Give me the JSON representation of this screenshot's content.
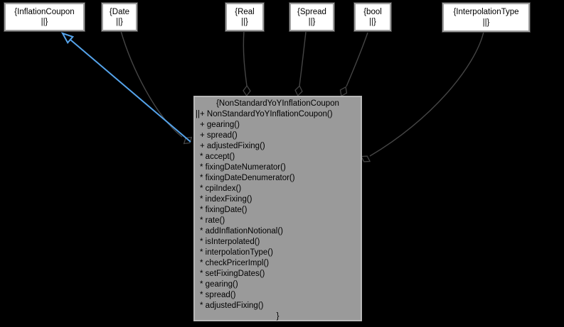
{
  "diagram": {
    "type": "uml-collaboration-diagram",
    "colors": {
      "background": "#000000",
      "node_fill": "#ffffff",
      "node_border": "#9c9c9c",
      "class_fill": "#9a9a9a",
      "class_border": "#b8b8b8",
      "edge_gray": "#454545",
      "inheritance_blue": "#55a3ea",
      "text": "#000000"
    },
    "nodes": [
      {
        "id": "InflationCoupon",
        "line1": "{InflationCoupon",
        "line2": "||}"
      },
      {
        "id": "Date",
        "line1": "{Date",
        "line2": "||}"
      },
      {
        "id": "Real",
        "line1": "{Real",
        "line2": "||}"
      },
      {
        "id": "Spread",
        "line1": "{Spread",
        "line2": "||}"
      },
      {
        "id": "bool",
        "line1": "{bool",
        "line2": "||}"
      },
      {
        "id": "InterpolationType",
        "line1": "{InterpolationType",
        "line2": "||}"
      }
    ],
    "class_box": {
      "title": "{NonStandardYoYInflationCoupon",
      "members": [
        "||+ NonStandardYoYInflationCoupon()",
        "+ gearing()",
        "+ spread()",
        "+ adjustedFixing()",
        "* accept()",
        "* fixingDateNumerator()",
        "* fixingDateDenumerator()",
        "* cpiIndex()",
        "* indexFixing()",
        "* fixingDate()",
        "* rate()",
        "* addInflationNotional()",
        "* isInterpolated()",
        "* interpolationType()",
        "* checkPricerImpl()",
        "* setFixingDates()",
        "* gearing()",
        "* spread()",
        "* adjustedFixing()"
      ],
      "closing": "}"
    }
  }
}
